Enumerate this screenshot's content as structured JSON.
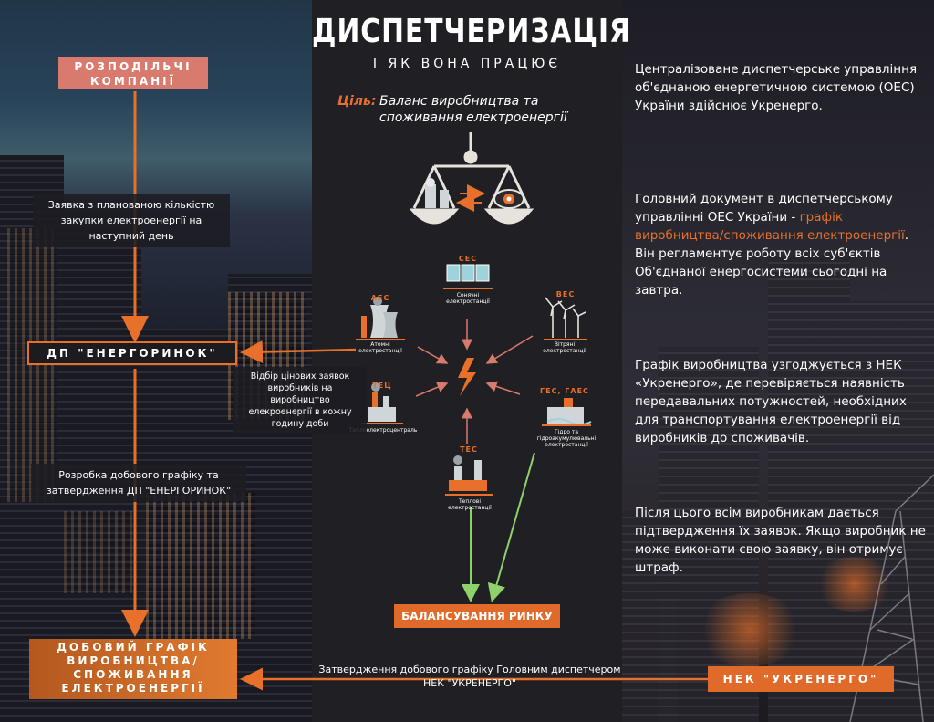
{
  "title": "ДИСПЕТЧЕРИЗАЦІЯ",
  "subtitle": "І ЯК ВОНА ПРАЦЮЄ",
  "goal": {
    "label": "Ціль:",
    "text": "Баланс виробництва та споживання електроенергії"
  },
  "left": {
    "distributors": "РОЗПОДІЛЬЧІ КОМПАНІЇ",
    "request": "Заявка з планованою кількістю закупки електроенергії на наступний день",
    "market": "ДП \"ЕНЕРГОРИНОК\"",
    "selection": "Відбір цінових заявок виробників на виробництво елекроенергії в кожну годину доби",
    "develop": "Розробка добового графіку та затвердження ДП \"ЕНЕРГОРИНОК\"",
    "schedule": "ДОБОВИЙ ГРАФІК ВИРОБНИЦТВА/ СПОЖИВАННЯ ЕЛЕКТРОЕНЕРГІЇ",
    "approval": "Затвердження добового графіку Головним диспетчером НЕК \"УКРЕНЕРГО\""
  },
  "plants": {
    "ses": {
      "code": "СЕС",
      "name": "Сонячні електростанції"
    },
    "aes": {
      "code": "АЕС",
      "name": "Атомні електростанції"
    },
    "ves": {
      "code": "ВЕС",
      "name": "Вітряні електростанції"
    },
    "tets": {
      "code": "ТЕЦ",
      "name": "Теплоелектроцентраль"
    },
    "ges": {
      "code": "ГЕС, ГАЕС",
      "name": "Гідро та гідроакумулювальні електростанції"
    },
    "tes": {
      "code": "ТЕС",
      "name": "Теплові електростанції"
    }
  },
  "balance": "БАЛАНСУВАННЯ РИНКУ",
  "ukrenergo": "НЕК \"УКРЕНЕРГО\"",
  "right": {
    "p1": "Централізоване диспетчерське управління об'єднаною енергетичною системою (ОЕС) України здійснює Укренерго.",
    "p2_a": "Головний документ в диспетчерському управлінні ОЕС України - ",
    "p2_b": "графік виробництва/споживання електроенергії",
    "p2_c": ". Він регламентує роботу всіх суб'єктів Об'єднаної енергосистеми сьогодні на завтра.",
    "p3": "Графік виробництва узгоджується з НЕК «Укренерго», де перевіряється наявність передавальних потужностей, необхідних для транспортування електроенергії від виробників до споживачів.",
    "p4": "Після цього всім виробникам дається підтвердження їх заявок. Якщо виробник не може виконати свою заявку, він отримує штраф."
  },
  "colors": {
    "accent": "#e8702a",
    "green": "#8fd16a",
    "salmon": "#d97a6e",
    "panel": "#201f23"
  }
}
